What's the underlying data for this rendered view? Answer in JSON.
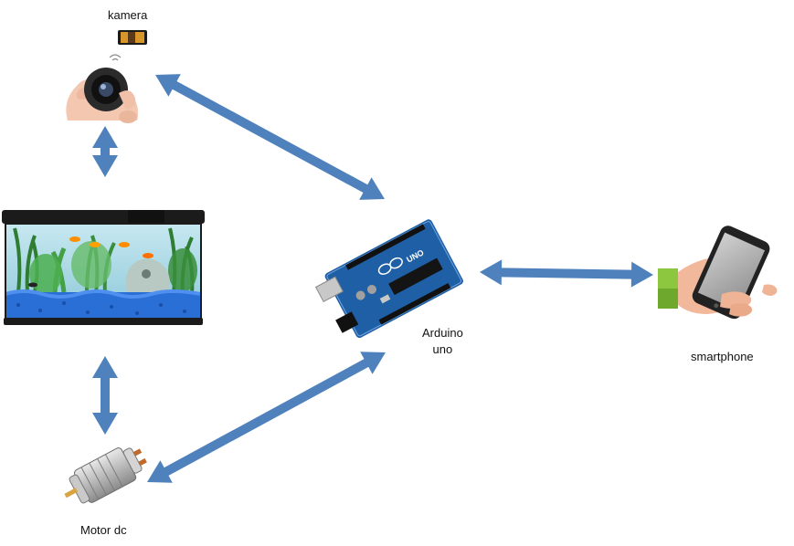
{
  "labels": {
    "camera": "kamera",
    "arduino_line1": "Arduino",
    "arduino_line2": "uno",
    "smartphone": "smartphone",
    "motor": "Motor dc"
  },
  "colors": {
    "arrow": "#4f81bd",
    "board": "#1f5fa6",
    "water": "#9fd3e3",
    "gravel": "#2a6fd6",
    "phone_body": "#222222",
    "skin": "#f1b89b",
    "cuff": "#8dc63f"
  },
  "nodes": [
    {
      "id": "camera",
      "icon": "camera-icon"
    },
    {
      "id": "aquarium",
      "icon": "aquarium-icon"
    },
    {
      "id": "arduino",
      "icon": "arduino-board-icon"
    },
    {
      "id": "smartphone",
      "icon": "smartphone-hand-icon"
    },
    {
      "id": "motor",
      "icon": "dc-motor-icon"
    }
  ],
  "connections": [
    {
      "from": "camera",
      "to": "aquarium",
      "bidirectional": true
    },
    {
      "from": "camera",
      "to": "arduino",
      "bidirectional": true
    },
    {
      "from": "aquarium",
      "to": "motor",
      "bidirectional": true
    },
    {
      "from": "motor",
      "to": "arduino",
      "bidirectional": true
    },
    {
      "from": "arduino",
      "to": "smartphone",
      "bidirectional": true
    }
  ]
}
